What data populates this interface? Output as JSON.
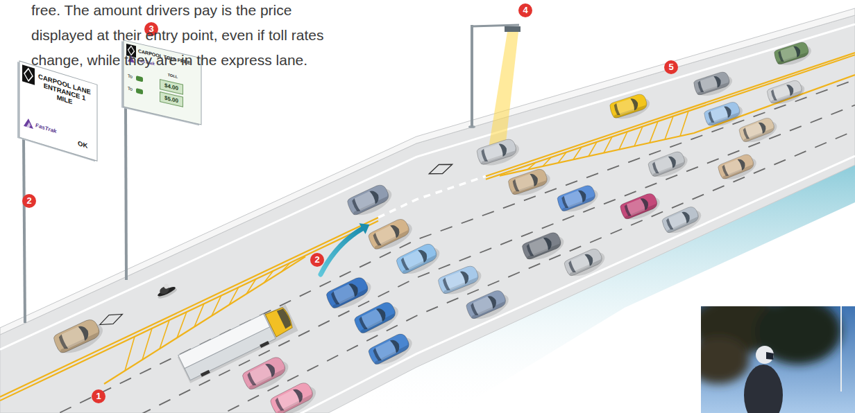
{
  "diagram": {
    "nodes": [
      {
        "text": [
          "CARPOOL LANE ENTRANCE 1 MILE",
          "FasTrak",
          "OK"
        ]
      },
      {
        "text": [
          "CARPOOL TOLL FREE",
          "FasTrak",
          "TOLL",
          "To",
          "To"
        ]
      },
      {
        "text": [
          "$4.00"
        ],
        "in": 1
      },
      {
        "text": [
          "$5.00"
        ],
        "in": 1
      }
    ],
    "labels": [
      "free. The amount drivers pay is the price displayed at their entry point, even if toll rates change, while they are in the express lane.",
      "1",
      "2",
      "2",
      "3",
      "4",
      "5"
    ]
  }
}
